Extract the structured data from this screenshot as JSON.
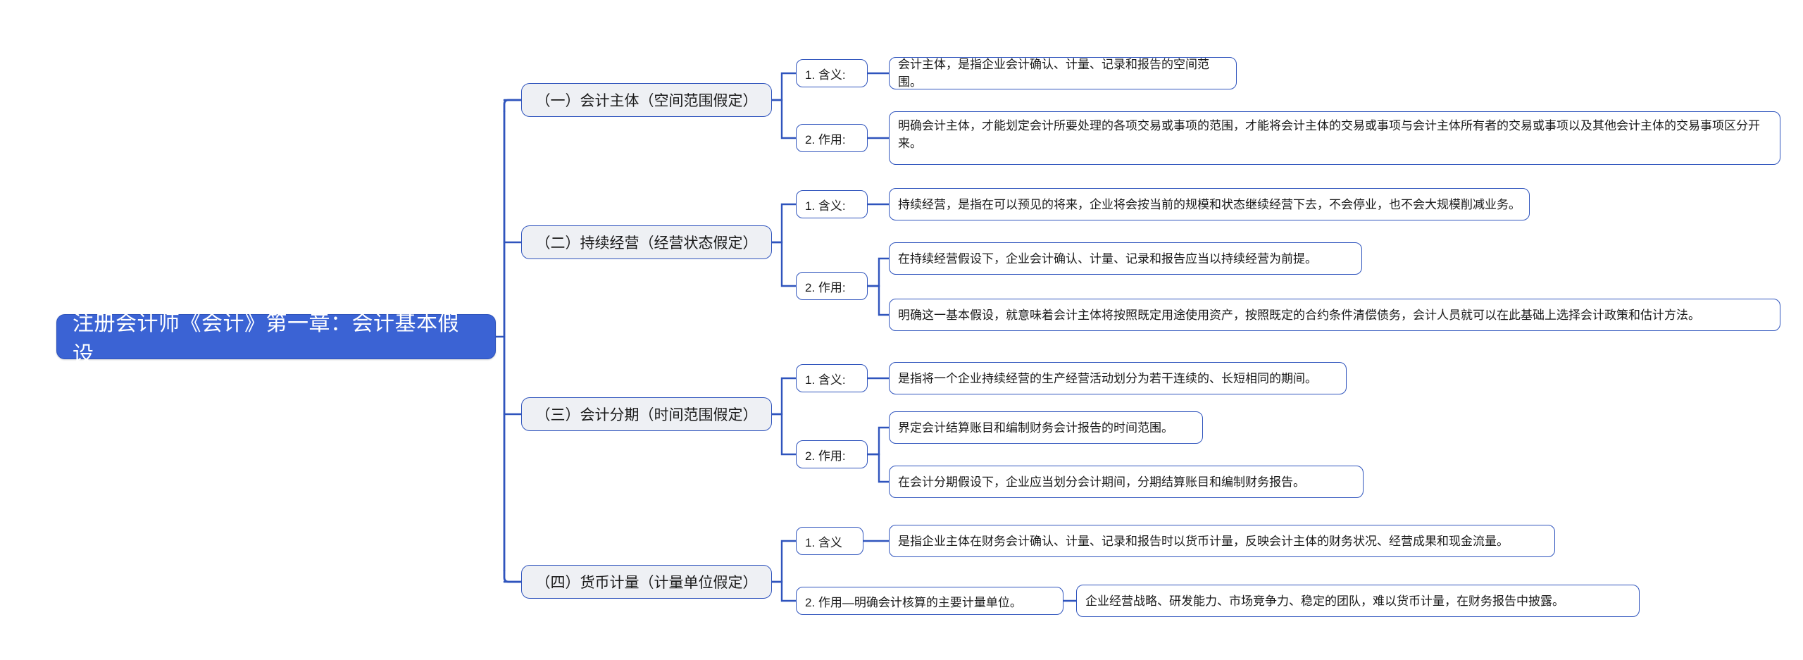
{
  "theme": {
    "accent": "#2f54bd",
    "root_fill": "#3b63d4",
    "root_text": "#ffffff",
    "branch_fill": "#eef0f4",
    "leaf_fill": "#ffffff",
    "text_color": "#1a1a1a",
    "canvas_bg": "#ffffff"
  },
  "root": {
    "label": "注册会计师《会计》第一章：会计基本假设"
  },
  "branches": [
    {
      "label": "（一）会计主体（空间范围假定）",
      "children": [
        {
          "label": "1. 含义:",
          "leaves": [
            "会计主体，是指企业会计确认、计量、记录和报告的空间范围。"
          ]
        },
        {
          "label": "2. 作用:",
          "leaves": [
            "明确会计主体，才能划定会计所要处理的各项交易或事项的范围，才能将会计主体的交易或事项与会计主体所有者的交易或事项以及其他会计主体的交易事项区分开来。"
          ]
        }
      ]
    },
    {
      "label": "（二）持续经营（经营状态假定）",
      "children": [
        {
          "label": "1. 含义:",
          "leaves": [
            "持续经营，是指在可以预见的将来，企业将会按当前的规模和状态继续经营下去，不会停业，也不会大规模削减业务。"
          ]
        },
        {
          "label": "2. 作用:",
          "leaves": [
            "在持续经营假设下，企业会计确认、计量、记录和报告应当以持续经营为前提。",
            "明确这一基本假设，就意味着会计主体将按照既定用途使用资产，按照既定的合约条件清偿债务，会计人员就可以在此基础上选择会计政策和估计方法。"
          ]
        }
      ]
    },
    {
      "label": "（三）会计分期（时间范围假定）",
      "children": [
        {
          "label": "1. 含义:",
          "leaves": [
            "是指将一个企业持续经营的生产经营活动划分为若干连续的、长短相同的期间。"
          ]
        },
        {
          "label": "2. 作用:",
          "leaves": [
            "界定会计结算账目和编制财务会计报告的时间范围。",
            "在会计分期假设下，企业应当划分会计期间，分期结算账目和编制财务报告。"
          ]
        }
      ]
    },
    {
      "label": "（四）货币计量（计量单位假定）",
      "children": [
        {
          "label": "1. 含义",
          "leaves": [
            "是指企业主体在财务会计确认、计量、记录和报告时以货币计量，反映会计主体的财务状况、经营成果和现金流量。"
          ]
        },
        {
          "label": "2. 作用—明确会计核算的主要计量单位。",
          "leaves": [
            "企业经营战略、研发能力、市场竞争力、稳定的团队，难以货币计量，在财务报告中披露。"
          ]
        }
      ]
    }
  ]
}
